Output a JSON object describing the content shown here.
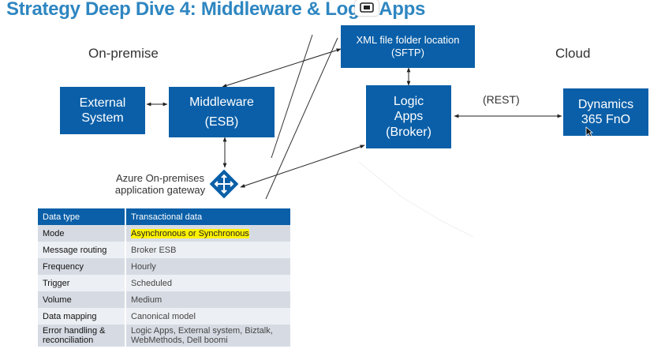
{
  "title": "Strategy Deep Dive 4: Middleware & Logic Apps",
  "zones": {
    "left": "On-premise",
    "right": "Cloud"
  },
  "boxes": {
    "external": [
      "External",
      "System"
    ],
    "middleware": [
      "Middleware",
      "(ESB)"
    ],
    "xml": [
      "XML file folder location",
      "(SFTP)"
    ],
    "logic": [
      "Logic",
      "Apps",
      "(Broker)"
    ],
    "dynamics": [
      "Dynamics",
      "365 FnO"
    ]
  },
  "rest_label": "(REST)",
  "gateway_label": [
    "Azure On-premises",
    "application gateway"
  ],
  "table": {
    "header": [
      "Data type",
      "Transactional data"
    ],
    "rows": [
      {
        "key": "Mode",
        "value": "Asynchronous or Synchronous",
        "highlight": true
      },
      {
        "key": "Message routing",
        "value": "Broker ESB"
      },
      {
        "key": "Frequency",
        "value": "Hourly"
      },
      {
        "key": "Trigger",
        "value": "Scheduled"
      },
      {
        "key": "Volume",
        "value": "Medium"
      },
      {
        "key": "Data mapping",
        "value": "Canonical model"
      },
      {
        "key": "Error handling & reconciliation",
        "value": "Logic Apps, External system, Biztalk, WebMethods, Dell boomi"
      }
    ]
  },
  "colors": {
    "accent": "#2e86c1",
    "box": "#0a5fa8",
    "highlight": "#fff200"
  },
  "icons": [
    "gateway-icon",
    "share-screen-icon",
    "mouse-cursor-icon"
  ]
}
